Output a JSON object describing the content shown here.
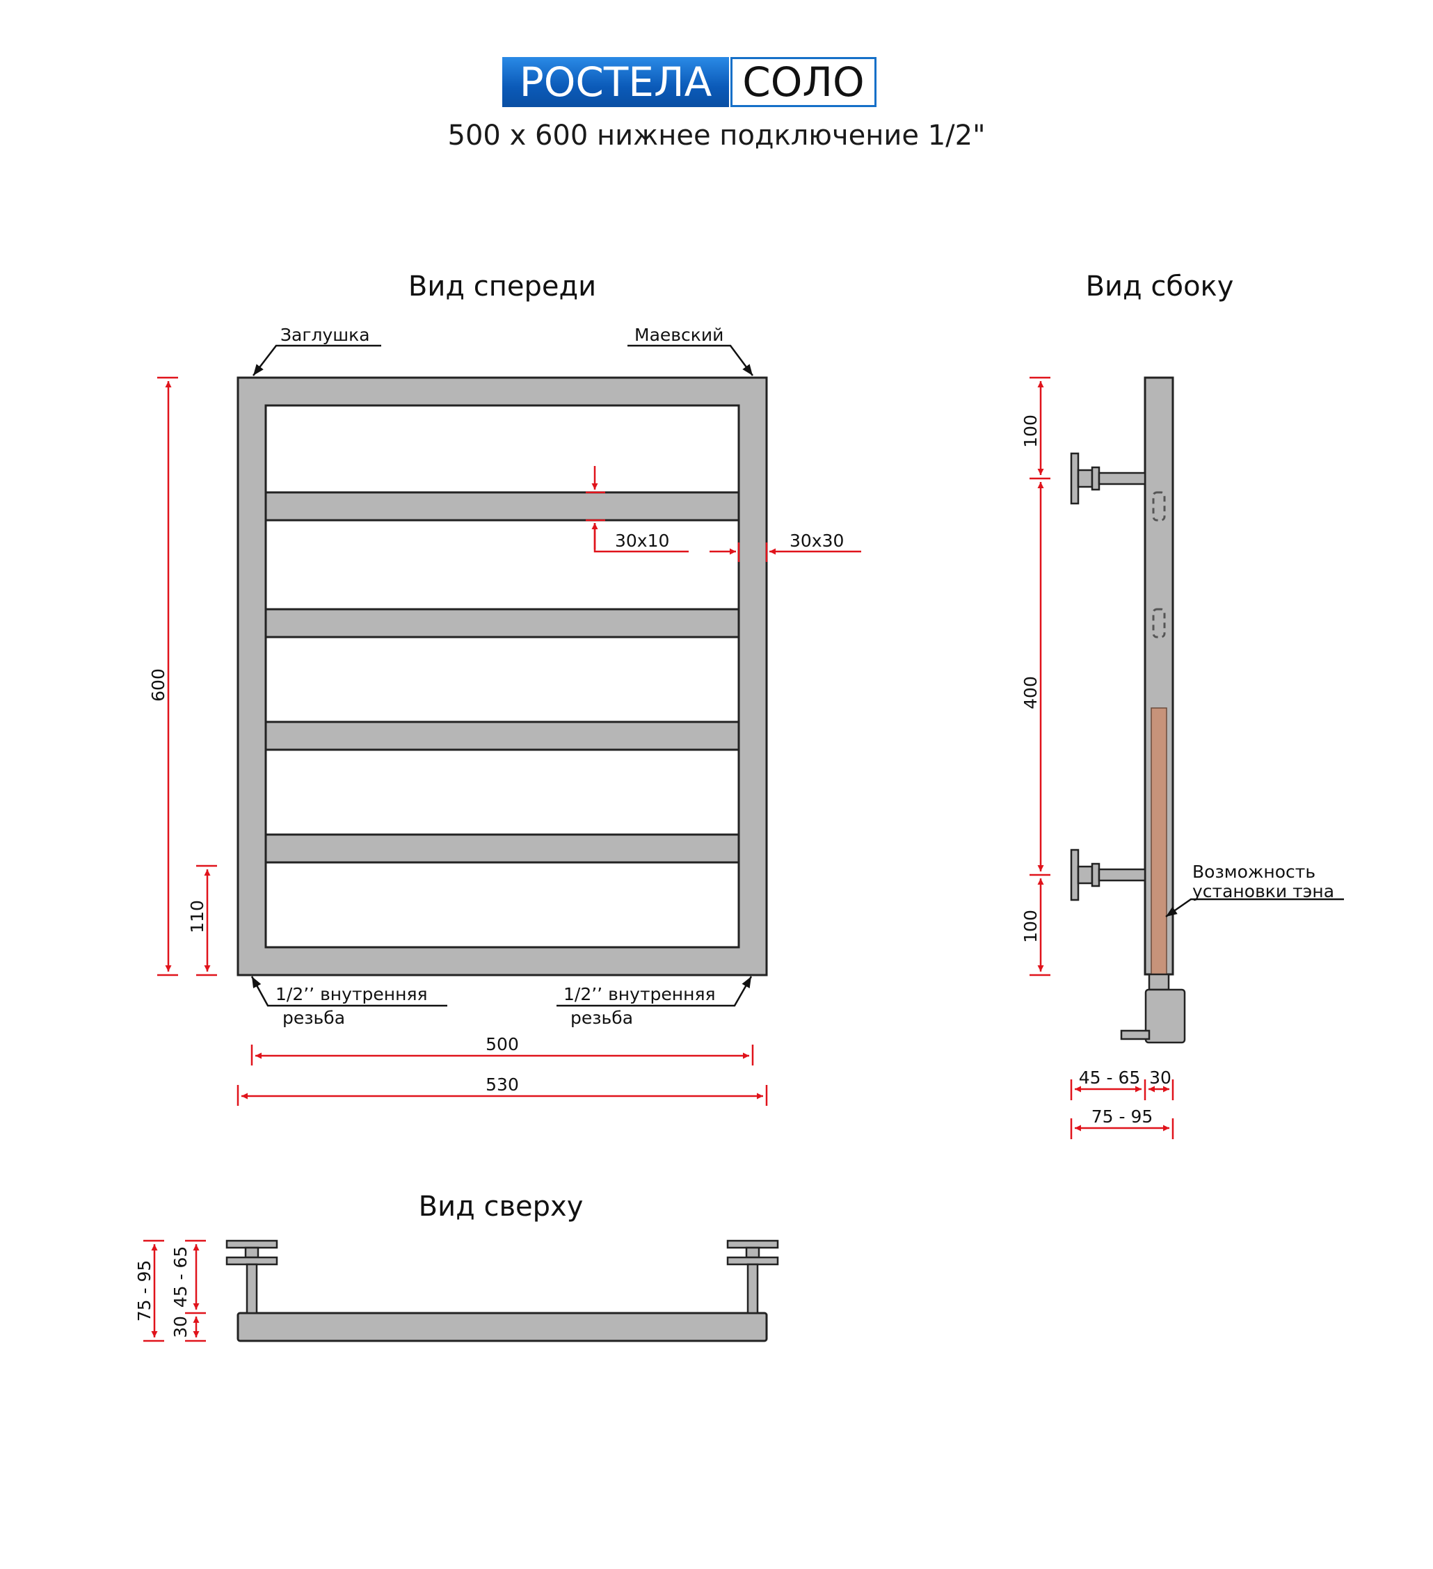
{
  "header": {
    "brand": "РОСТЕЛА",
    "model": "СОЛО",
    "subtitle": "500 x 600 нижнее подключение 1/2\"",
    "colors": {
      "brand_blue": "#0b5ab8",
      "frame_grey": "#b6b6b6",
      "dimension_red": "#e0131b",
      "heater_copper": "#c7937a"
    }
  },
  "front_view": {
    "title": "Вид спереди",
    "label_plug": "Заглушка",
    "label_valve": "Маевский",
    "label_thread_left_1": "1/2’’ внутренняя",
    "label_thread_left_2": "резьба",
    "label_thread_right_1": "1/2’’ внутренняя",
    "label_thread_right_2": "резьба",
    "dim_height": "600",
    "dim_bottom": "110",
    "dim_bar": "30x10",
    "dim_frame": "30x30",
    "dim_axis": "500",
    "dim_width": "530"
  },
  "side_view": {
    "title": "Вид сбоку",
    "dim_top": "100",
    "dim_middle": "400",
    "dim_bottom": "100",
    "heater_label_1": "Возможность",
    "heater_label_2": "установки тэна",
    "dim_wall_gap": "45 - 65",
    "dim_pipe": "30",
    "dim_depth": "75 - 95"
  },
  "top_view": {
    "title": "Вид сверху",
    "dim_depth": "75 - 95",
    "dim_wall_gap": "45 - 65",
    "dim_pipe": "30"
  }
}
